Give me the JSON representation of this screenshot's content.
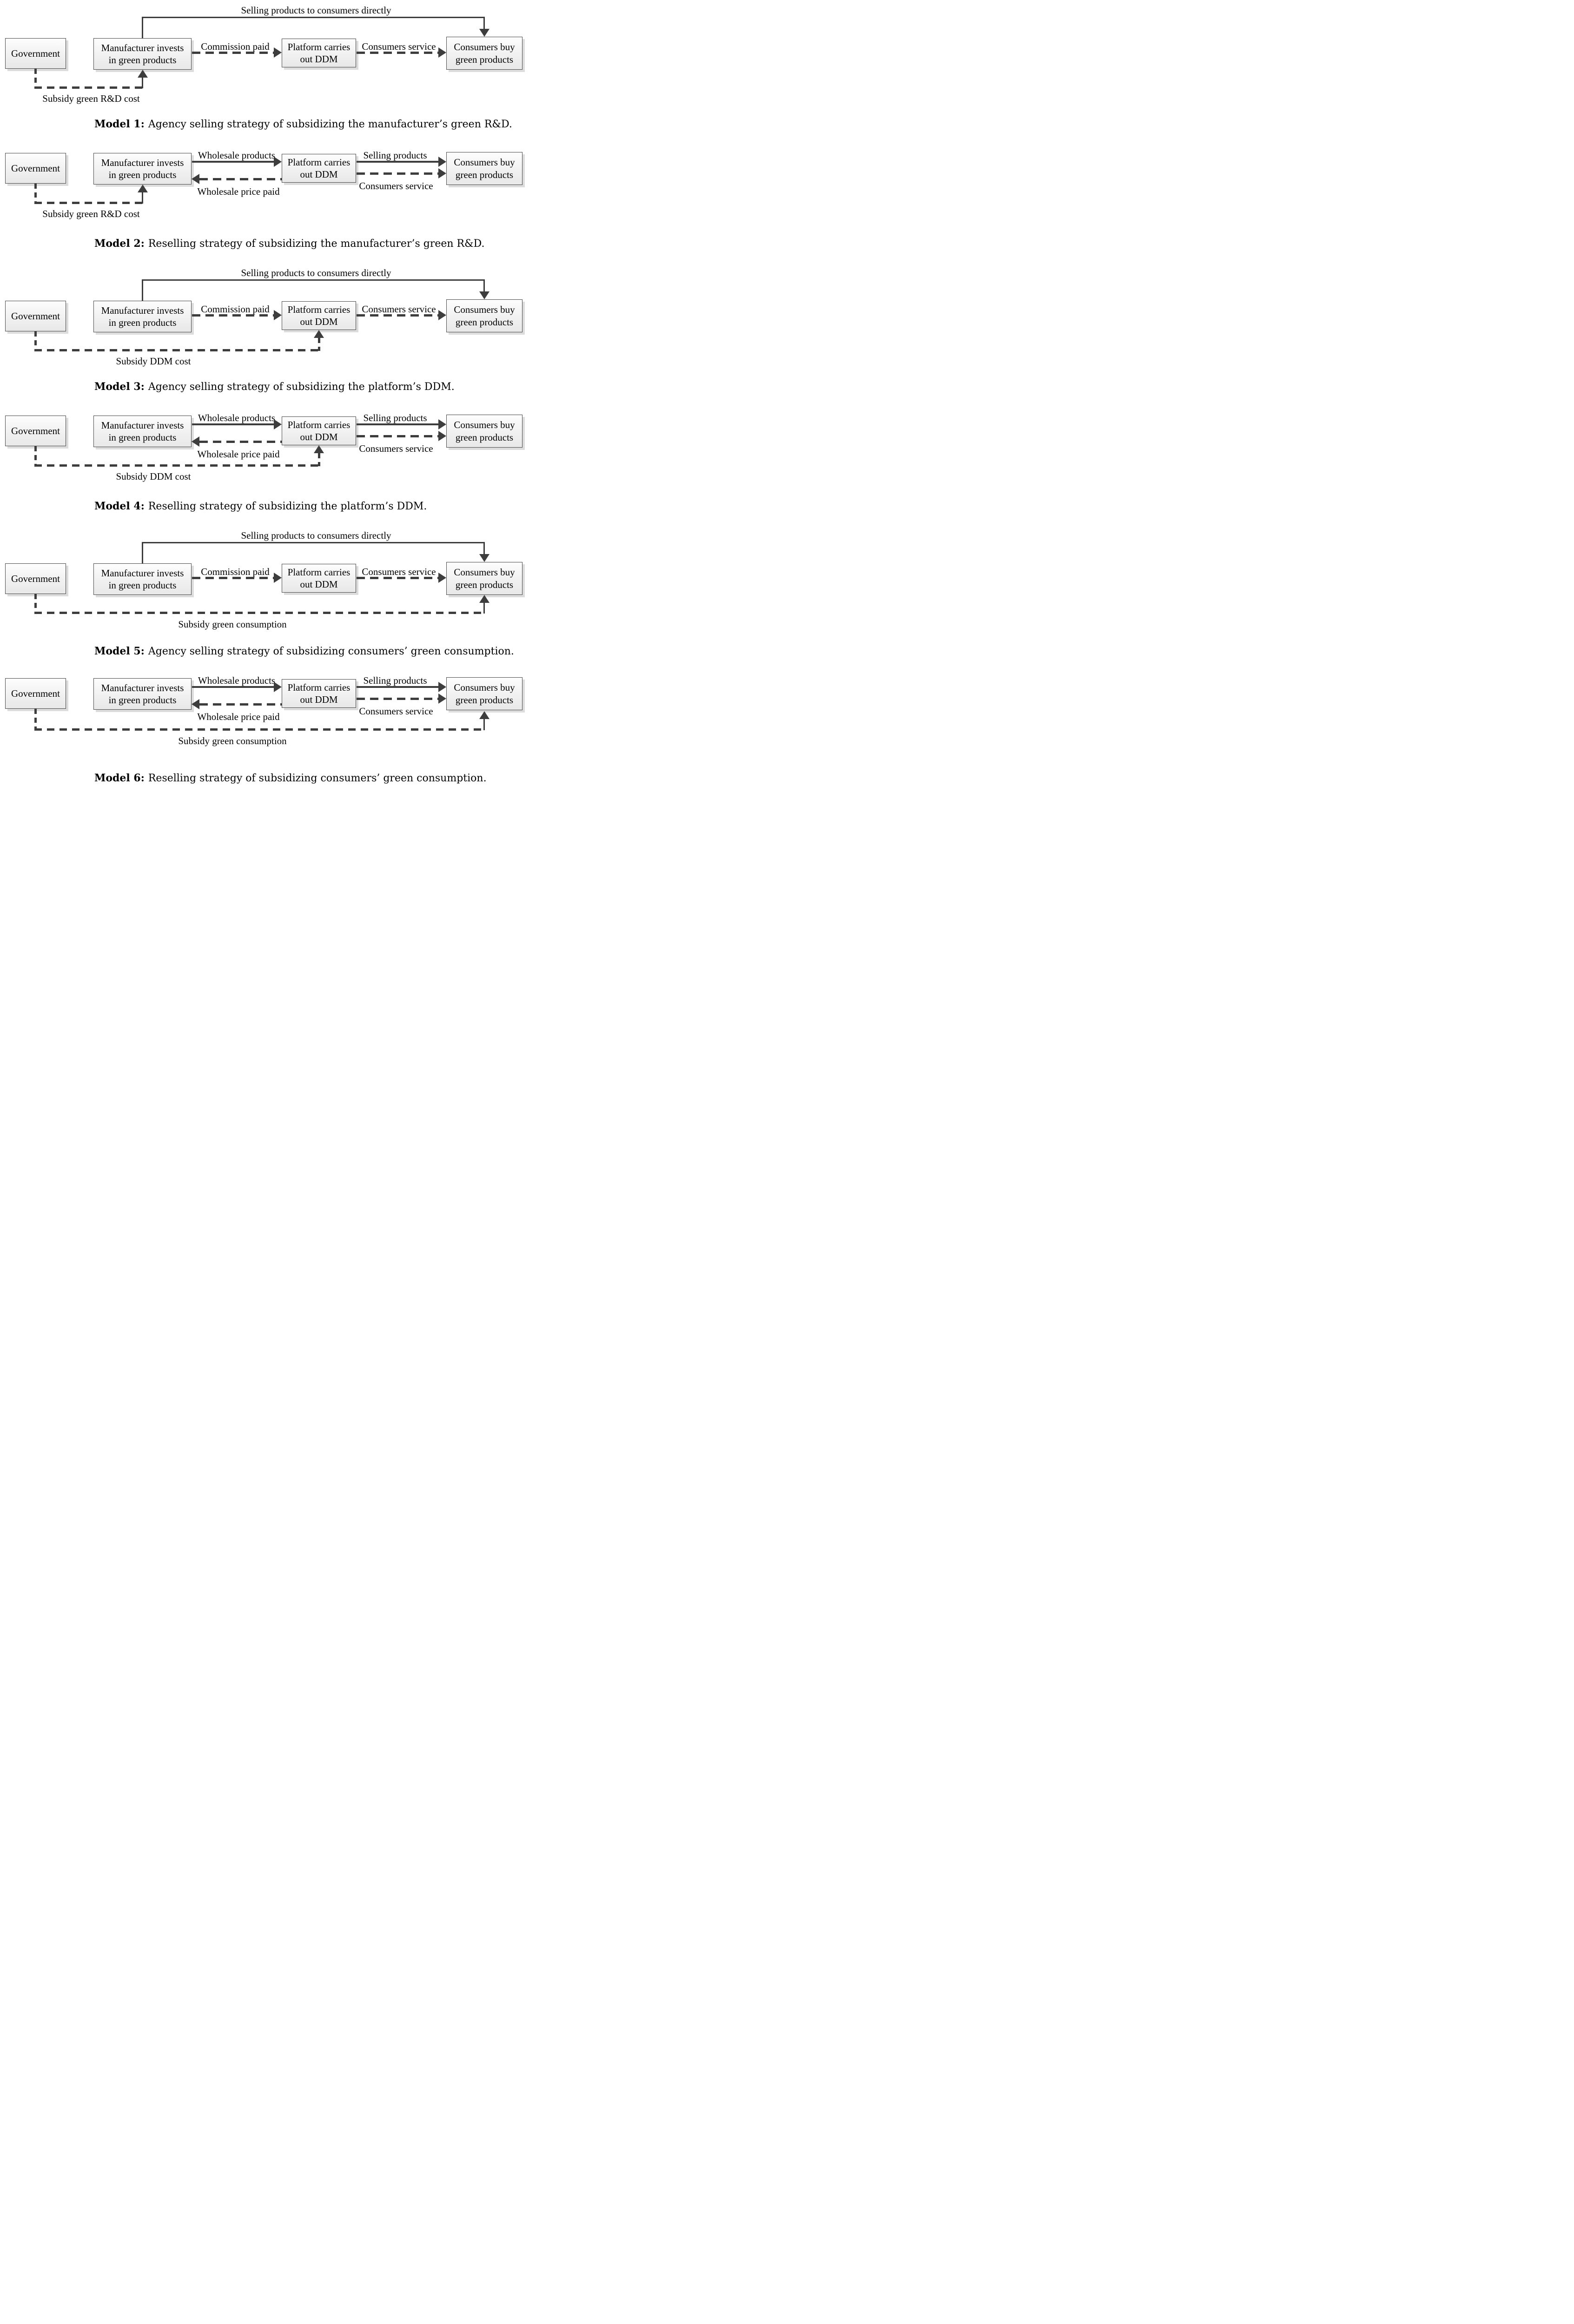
{
  "colors": {
    "line": "#3d3d3d",
    "box_border": "#4a4a4a",
    "box_fill": "#f1f1f1",
    "shadow": "#dcdcdc"
  },
  "boxes": {
    "government": "Government",
    "manufacturer": "Manufacturer invests in green products",
    "platform": "Platform carries out DDM",
    "consumers": "Consumers buy green products"
  },
  "models": [
    {
      "caption_label": "Model 1:",
      "caption_text": "Agency selling strategy of subsidizing the manufacturer’s green R&D.",
      "arrows": {
        "direct_selling": "Selling products to consumers directly",
        "commission": "Commission paid",
        "service": "Consumers service",
        "subsidy": "Subsidy green R&D cost"
      }
    },
    {
      "caption_label": "Model 2:",
      "caption_text": "Reselling strategy of subsidizing the manufacturer’s green R&D.",
      "arrows": {
        "wholesale_products": "Wholesale products",
        "wholesale_price": "Wholesale price paid",
        "selling": "Selling products",
        "service": "Consumers service",
        "subsidy": "Subsidy green R&D cost"
      }
    },
    {
      "caption_label": "Model 3:",
      "caption_text": "Agency selling strategy of subsidizing the platform’s DDM.",
      "arrows": {
        "direct_selling": "Selling products to consumers directly",
        "commission": "Commission paid",
        "service": "Consumers service",
        "subsidy": "Subsidy DDM cost"
      }
    },
    {
      "caption_label": "Model 4:",
      "caption_text": "Reselling strategy of subsidizing the platform’s DDM.",
      "arrows": {
        "wholesale_products": "Wholesale products",
        "wholesale_price": "Wholesale price paid",
        "selling": "Selling products",
        "service": "Consumers service",
        "subsidy": "Subsidy DDM cost"
      }
    },
    {
      "caption_label": "Model 5:",
      "caption_text": "Agency selling strategy of subsidizing consumers’ green consumption.",
      "arrows": {
        "direct_selling": "Selling products to consumers directly",
        "commission": "Commission paid",
        "service": "Consumers service",
        "subsidy": "Subsidy green consumption"
      }
    },
    {
      "caption_label": "Model 6:",
      "caption_text": "Reselling strategy of subsidizing consumers’ green consumption.",
      "arrows": {
        "wholesale_products": "Wholesale products",
        "wholesale_price": "Wholesale price paid",
        "selling": "Selling products",
        "service": "Consumers service",
        "subsidy": "Subsidy green consumption"
      }
    }
  ]
}
